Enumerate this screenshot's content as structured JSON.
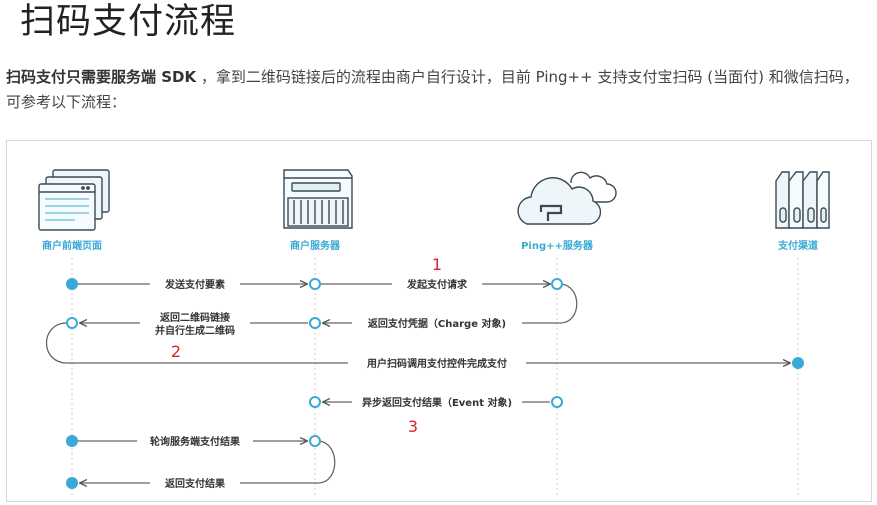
{
  "page": {
    "title": "扫码支付流程",
    "intro_bold": "扫码支付只需要服务端 SDK",
    "intro_text": " ，拿到二维码链接后的流程由商户自行设计，目前 Ping++ 支持支付宝扫码 (当面付) 和微信扫码，可参考以下流程："
  },
  "diagram": {
    "colors": {
      "accent": "#3aa9d6",
      "line": "#666666",
      "icon_stroke": "#3d4a55",
      "icon_fill": "#eef6fa",
      "step_number": "#d9232e"
    },
    "lanes": [
      {
        "label": "商户前端页面",
        "icon": "webpages-icon"
      },
      {
        "label": "商户服务器",
        "icon": "server-icon"
      },
      {
        "label": "Ping++服务器",
        "icon": "ping-cloud-icon"
      },
      {
        "label": "支付渠道",
        "icon": "payment-channel-icon"
      }
    ],
    "messages": [
      {
        "label": "发送支付要素"
      },
      {
        "label": "发起支付请求"
      },
      {
        "label": "返回支付凭据（Charge 对象)"
      },
      {
        "label_line1": "返回二维码链接",
        "label_line2": "并自行生成二维码"
      },
      {
        "label": "用户扫码调用支付控件完成支付"
      },
      {
        "label": "异步返回支付结果（Event 对象)"
      },
      {
        "label": "轮询服务端支付结果"
      },
      {
        "label": "返回支付结果"
      }
    ],
    "steps": [
      "1",
      "2",
      "3"
    ]
  }
}
